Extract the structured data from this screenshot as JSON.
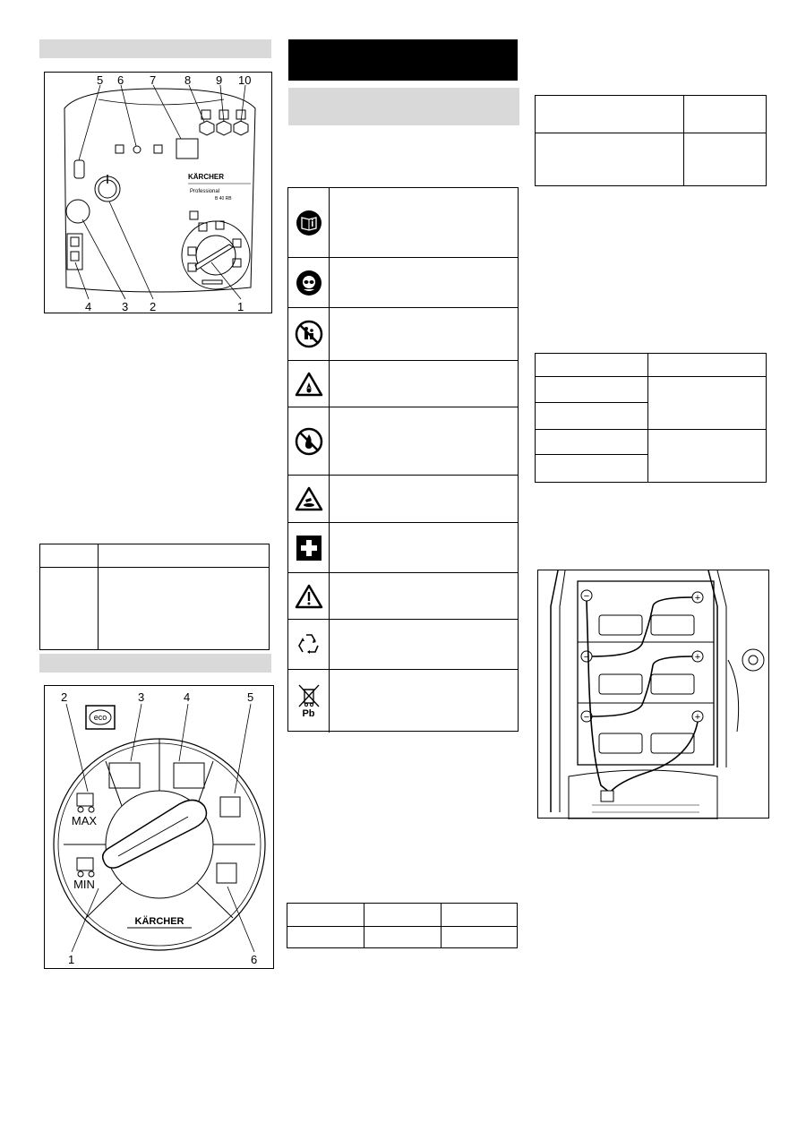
{
  "control_panel_figure": {
    "callouts": [
      "1",
      "2",
      "3",
      "4",
      "5",
      "6",
      "7",
      "8",
      "9",
      "10"
    ],
    "brand": "KÄRCHER",
    "model_line": "Professional",
    "model": "B 40 RB"
  },
  "program_selector_figure": {
    "callouts": [
      "1",
      "2",
      "3",
      "4",
      "5",
      "6"
    ],
    "eco_label": "eco",
    "max_label": "MAX",
    "min_label": "MIN",
    "brand": "KÄRCHER"
  },
  "symbols": [
    {
      "icon": "manual-info-icon"
    },
    {
      "icon": "eye-protection-icon"
    },
    {
      "icon": "keep-children-away-icon"
    },
    {
      "icon": "explosion-warning-icon"
    },
    {
      "icon": "no-open-flame-icon"
    },
    {
      "icon": "acid-warning-icon"
    },
    {
      "icon": "first-aid-icon"
    },
    {
      "icon": "general-warning-icon"
    },
    {
      "icon": "recycling-icon"
    },
    {
      "icon": "crossed-bin-pb-icon",
      "label": "Pb"
    }
  ],
  "battery_figure": {
    "minus": "−",
    "plus": "+"
  }
}
